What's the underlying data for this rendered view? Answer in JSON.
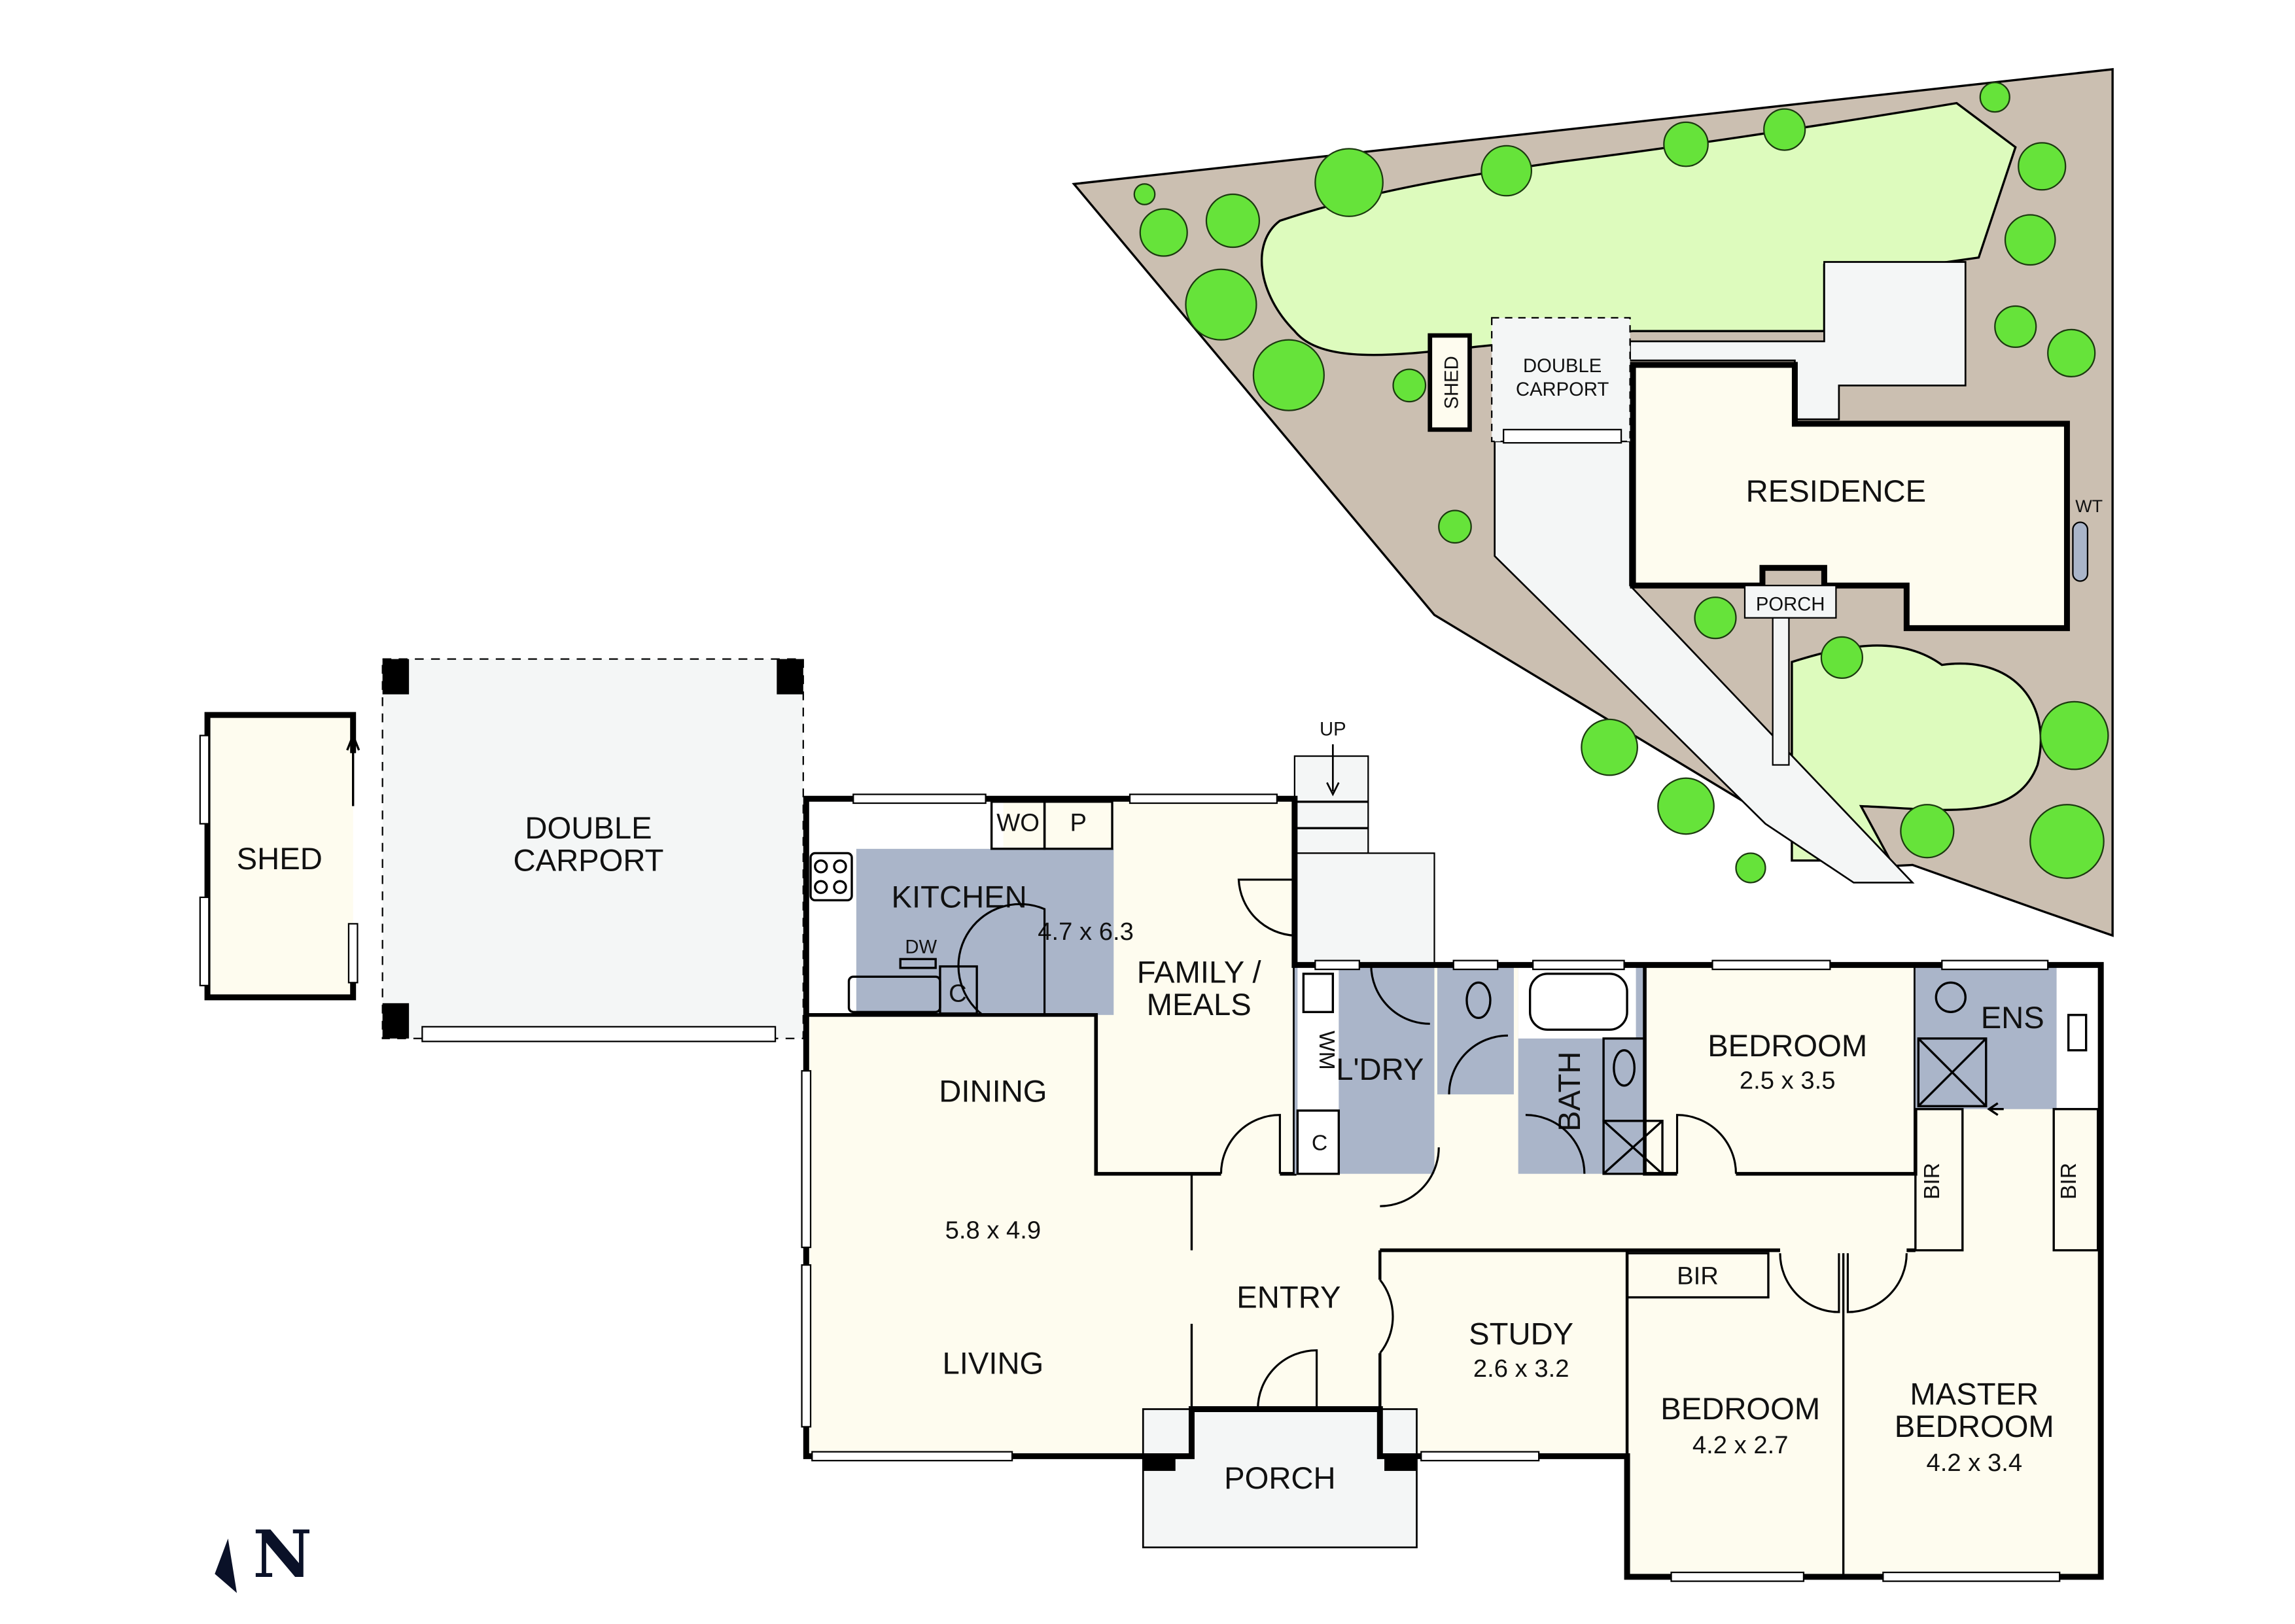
{
  "floor_plan": {
    "rooms": {
      "shed": {
        "label": "SHED"
      },
      "carport": {
        "label_line1": "DOUBLE",
        "label_line2": "CARPORT"
      },
      "kitchen": {
        "label": "KITCHEN",
        "size": "4.7 x 6.3"
      },
      "wo": {
        "label": "WO"
      },
      "pantry": {
        "label": "P"
      },
      "dw": {
        "label": "DW"
      },
      "kitchen_cupboard": {
        "label": "C"
      },
      "family": {
        "label_line1": "FAMILY /",
        "label_line2": "MEALS"
      },
      "dining": {
        "label": "DINING",
        "size": "5.8 x 4.9"
      },
      "living": {
        "label": "LIVING"
      },
      "laundry": {
        "label": "L'DRY",
        "wm": "WM",
        "cupboard": "C"
      },
      "bath": {
        "label": "BATH"
      },
      "bedroom2": {
        "label": "BEDROOM",
        "size": "2.5 x 3.5"
      },
      "ensuite": {
        "label": "ENS"
      },
      "bir_master_left": {
        "label": "BIR"
      },
      "bir_master_right": {
        "label": "BIR"
      },
      "bir_bed3": {
        "label": "BIR"
      },
      "entry": {
        "label": "ENTRY"
      },
      "study": {
        "label": "STUDY",
        "size": "2.6 x 3.2"
      },
      "bedroom3": {
        "label": "BEDROOM",
        "size": "4.2 x 2.7"
      },
      "master": {
        "label_line1": "MASTER",
        "label_line2": "BEDROOM",
        "size": "4.2 x 3.4"
      },
      "porch": {
        "label": "PORCH"
      },
      "stairs": {
        "label": "UP"
      }
    }
  },
  "site_plan": {
    "residence": {
      "label": "RESIDENCE"
    },
    "porch": {
      "label": "PORCH"
    },
    "shed": {
      "label": "SHED"
    },
    "carport": {
      "label_line1": "DOUBLE",
      "label_line2": "CARPORT"
    },
    "water_tank": {
      "label": "WT"
    }
  },
  "compass": {
    "label": "N",
    "icon": "north-arrow-icon"
  },
  "colors": {
    "room_fill": "#fefcef",
    "wet_area_fill": "#aab5c9",
    "exterior_fill": "#f4f6f6",
    "garden_bed": "#cbbfb1",
    "lawn": "#ddfbbd",
    "tree": "#66e33a",
    "north_arrow": "#0a1128"
  }
}
